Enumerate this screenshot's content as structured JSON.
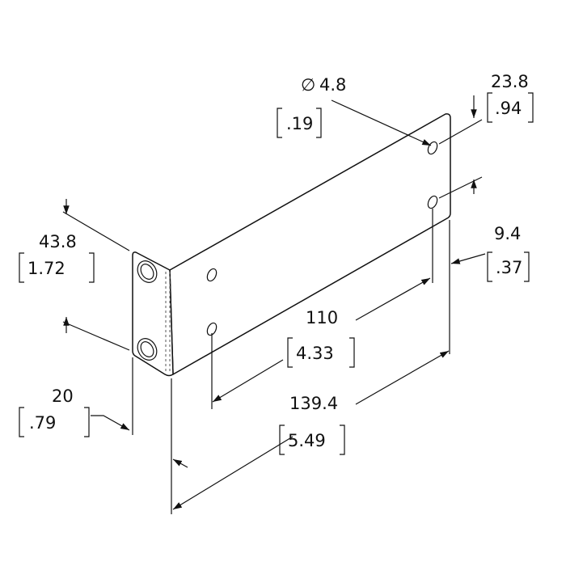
{
  "drawing": {
    "hole_diameter": {
      "symbol": "∅",
      "mm": "4.8",
      "in": ".19"
    },
    "hole_offset_top": {
      "mm": "23.8",
      "in": ".94"
    },
    "hole_offset_edge": {
      "mm": "9.4",
      "in": ".37"
    },
    "flange_height": {
      "mm": "43.8",
      "in": "1.72"
    },
    "flange_depth": {
      "mm": "20",
      "in": ".79"
    },
    "hole_spacing": {
      "mm": "110",
      "in": "4.33"
    },
    "overall_length": {
      "mm": "139.4",
      "in": "5.49"
    }
  }
}
